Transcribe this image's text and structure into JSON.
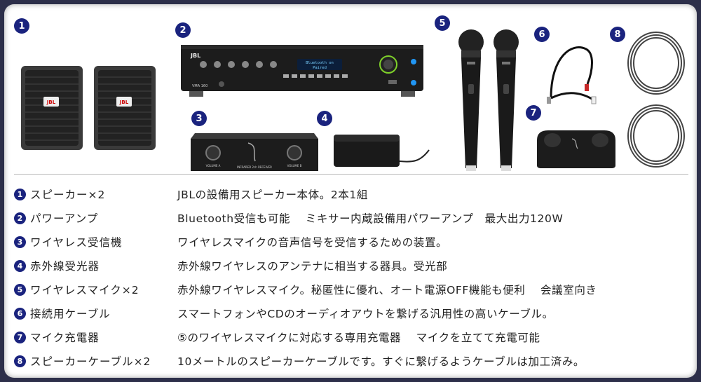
{
  "products": [
    {
      "number": "1",
      "name": "スピーカー×2",
      "description": "JBLの設備用スピーカー本体。2本1組"
    },
    {
      "number": "2",
      "name": "パワーアンプ",
      "description": "Bluetooth受信も可能　 ミキサー内蔵設備用パワーアンプ　最大出力120W"
    },
    {
      "number": "3",
      "name": "ワイヤレス受信機",
      "description": "ワイヤレスマイクの音声信号を受信するための装置。"
    },
    {
      "number": "4",
      "name": "赤外線受光器",
      "description": "赤外線ワイヤレスのアンテナに相当する器具。受光部"
    },
    {
      "number": "5",
      "name": "ワイヤレスマイク×2",
      "description": "赤外線ワイヤレスマイク。秘匿性に優れ、オート電源OFF機能も便利　 会議室向き"
    },
    {
      "number": "6",
      "name": "接続用ケーブル",
      "description": "スマートフォンやCDのオーディオアウトを繋げる汎用性の高いケーブル。"
    },
    {
      "number": "7",
      "name": "マイク充電器",
      "description": "⑤のワイヤレスマイクに対応する専用充電器　 マイクを立てて充電可能"
    },
    {
      "number": "8",
      "name": "スピーカーケーブル×2",
      "description": "10メートルのスピーカーケーブルです。すぐに繋げるようケーブルは加工済み。"
    }
  ],
  "amp_display": {
    "line1": "Bluetooth on",
    "line2": "Paired"
  },
  "brand": "JBL",
  "amp_model": "VMA 160",
  "receiver_label": "INFRARED 2ch RECEIVER",
  "receiver_knob_left": "VOLUME A",
  "receiver_knob_right": "VOLUME B",
  "colors": {
    "badge": "#1a237e",
    "frame": "#2d2f4a",
    "device": "#1c1c1c"
  }
}
